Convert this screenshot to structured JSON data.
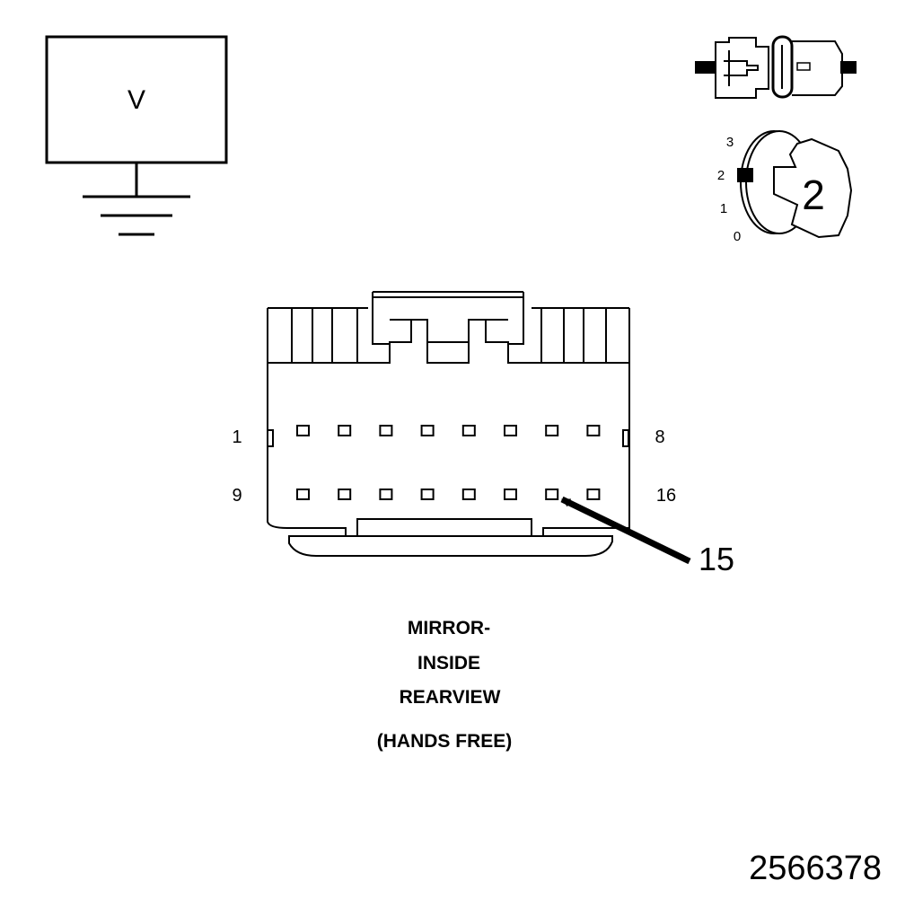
{
  "voltmeter": {
    "symbol": "V"
  },
  "ignition": {
    "positions": [
      "3",
      "2",
      "1",
      "0"
    ],
    "key_position": "2"
  },
  "connector": {
    "pin_labels": {
      "pin1": "1",
      "pin8": "8",
      "pin9": "9",
      "pin16": "16"
    },
    "callout": "15",
    "top_row_count": 8,
    "bottom_row_count": 8
  },
  "title": {
    "line1": "MIRROR-",
    "line2": "INSIDE",
    "line3": "REARVIEW",
    "line4": "(HANDS FREE)"
  },
  "figure_id": "2566378",
  "colors": {
    "ink": "#000000",
    "paper": "#ffffff"
  }
}
